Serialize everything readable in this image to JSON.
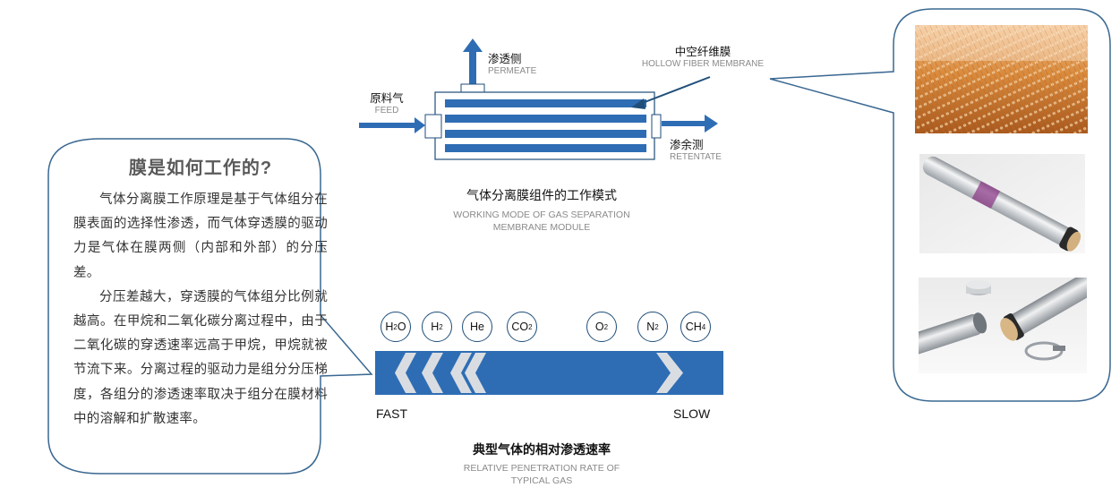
{
  "info_bubble": {
    "title": "膜是如何工作的?",
    "paragraph1": "气体分离膜工作原理是基于气体组分在膜表面的选择性渗透，而气体穿透膜的驱动力是气体在膜两侧（内部和外部）的分压差。",
    "paragraph2": "分压差越大，穿透膜的气体组分比例就越高。在甲烷和二氧化碳分离过程中，由于二氧化碳的穿透速率远高于甲烷，甲烷就被节流下来。分离过程的驱动力是组分分压梯度，各组分的渗透速率取决于组分在膜材料中的溶解和扩散速率。"
  },
  "module_diagram": {
    "permeate_cn": "渗透侧",
    "permeate_en": "PERMEATE",
    "feed_cn": "原料气",
    "feed_en": "FEED",
    "retentate_cn": "渗余测",
    "retentate_en": "RETENTATE",
    "fiber_cn": "中空纤维膜",
    "fiber_en": "HOLLOW FIBER MEMBRANE",
    "caption_cn": "气体分离膜组件的工作模式",
    "caption_en_line1": "WORKING MODE OF GAS SEPARATION",
    "caption_en_line2": "MEMBRANE MODULE"
  },
  "penetration": {
    "gases": [
      {
        "base": "H",
        "sub": "2",
        "tail": "O"
      },
      {
        "base": "H",
        "sub": "2",
        "tail": ""
      },
      {
        "base": "He",
        "sub": "",
        "tail": ""
      },
      {
        "base": "CO",
        "sub": "2",
        "tail": ""
      },
      {
        "base": "O",
        "sub": "2",
        "tail": ""
      },
      {
        "base": "N",
        "sub": "2",
        "tail": ""
      },
      {
        "base": "CH",
        "sub": "4",
        "tail": ""
      }
    ],
    "fast_label": "FAST",
    "slow_label": "SLOW",
    "caption_cn": "典型气体的相对渗透速率",
    "caption_en_line1": "RELATIVE PENETRATION RATE OF",
    "caption_en_line2": "TYPICAL GAS"
  },
  "colors": {
    "accent_blue": "#2e6db4",
    "outline_blue": "#1f4e79",
    "bubble_stroke": "#3a6891"
  }
}
